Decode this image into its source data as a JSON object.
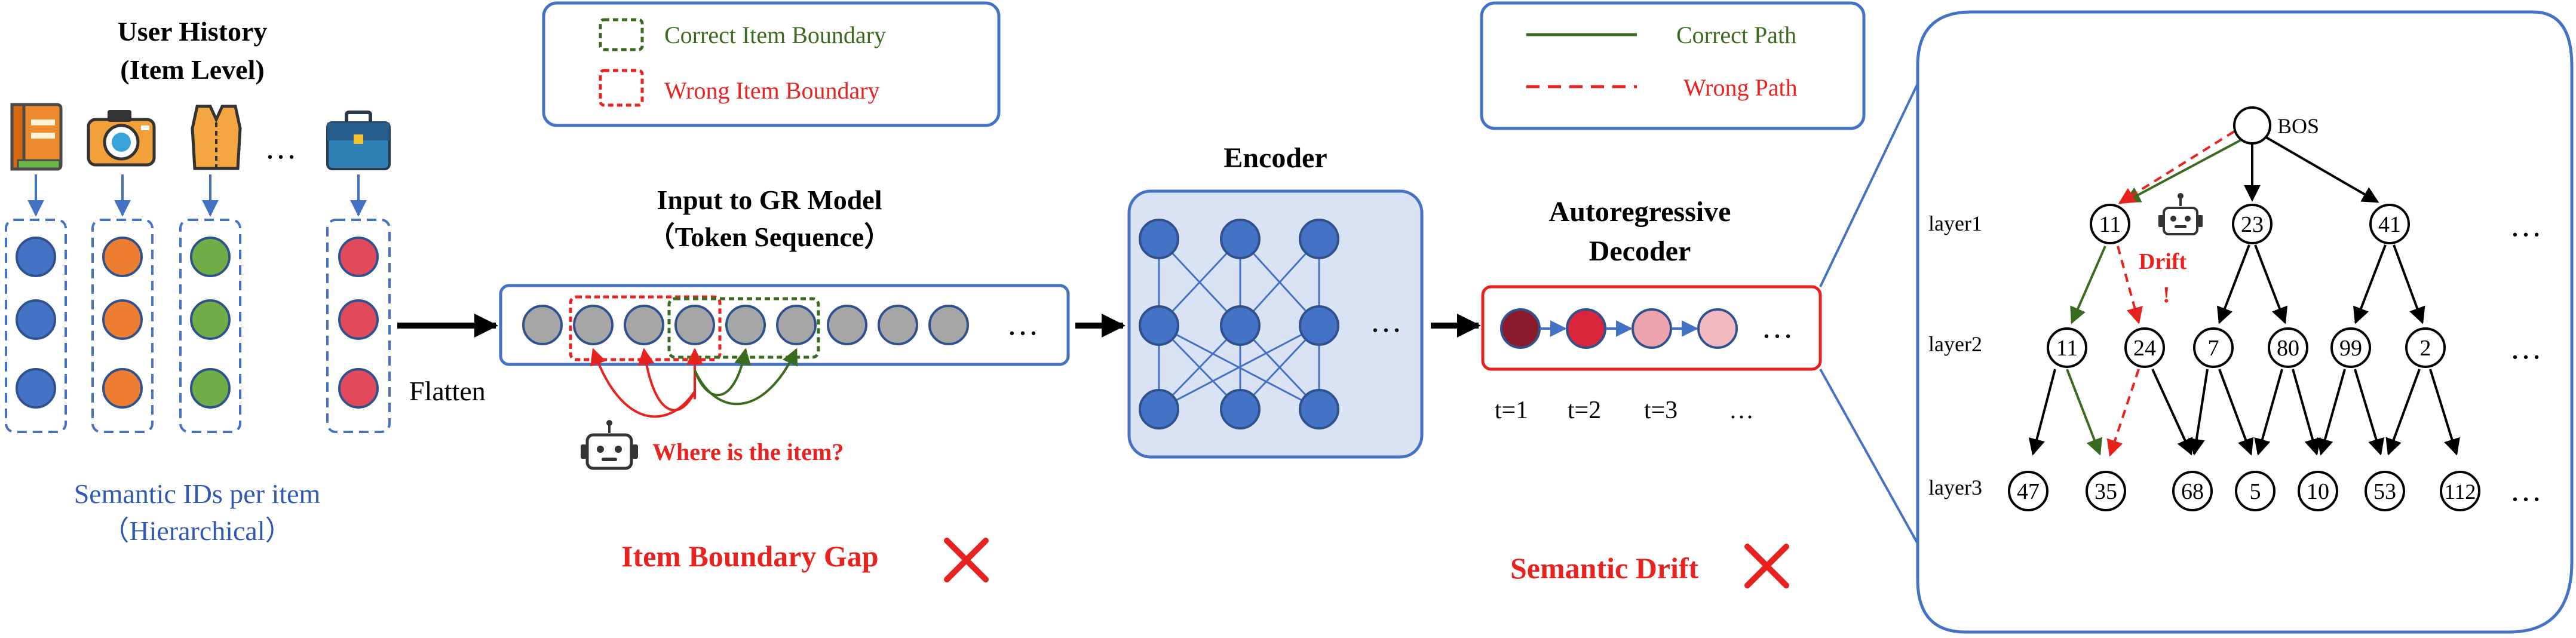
{
  "colors": {
    "blue": "#4472c4",
    "orange": "#ed7d31",
    "green": "#70ad47",
    "red": "#e04a5a",
    "grey": "#a6a6a6",
    "dark_green": "#3a6b1e",
    "wrong_red": "#e8221f",
    "light_blue_fill": "#dae3f3",
    "dec_dark": "#8b1a2b",
    "dec_red": "#d9263c",
    "dec_pink1": "#eda3ad",
    "dec_pink2": "#f2b9c0",
    "text_blue": "#2f59b3"
  },
  "history": {
    "title_line1": "User History",
    "title_line2": "(Item Level)",
    "items": [
      {
        "icon": "book-icon",
        "color": "orange"
      },
      {
        "icon": "camera-icon",
        "color": "blue"
      },
      {
        "icon": "vest-icon",
        "color": "green"
      },
      {
        "icon": "briefcase-icon",
        "color": "red"
      }
    ],
    "ellipsis": "…",
    "caption_line1": "Semantic IDs per item",
    "caption_line2": "（Hierarchical）",
    "flatten_label": "Flatten"
  },
  "legend_boundary": {
    "correct": "Correct Item Boundary",
    "wrong": "Wrong Item Boundary"
  },
  "legend_path": {
    "correct": "Correct Path",
    "wrong": "Wrong Path"
  },
  "input": {
    "title_line1": "Input to GR Model",
    "title_line2": "（Token Sequence）",
    "ellipsis": "…",
    "robot_question": "Where is the item?",
    "gap_label": "Item Boundary Gap"
  },
  "encoder": {
    "title": "Encoder",
    "ellipsis": "…"
  },
  "decoder": {
    "title_line1": "Autoregressive",
    "title_line2": "Decoder",
    "ellipsis": "…",
    "timesteps": [
      "t=1",
      "t=2",
      "t=3",
      "…"
    ],
    "drift_label": "Semantic Drift"
  },
  "tree": {
    "root": "BOS",
    "layer_labels": [
      "layer1",
      "layer2",
      "layer3"
    ],
    "layer1": [
      "11",
      "23",
      "41"
    ],
    "layer2": [
      "11",
      "24",
      "7",
      "80",
      "99",
      "2"
    ],
    "layer3": [
      "47",
      "35",
      "68",
      "5",
      "10",
      "53",
      "112"
    ],
    "ellipsis": "…",
    "drift_label": "Drift",
    "drift_mark": "!"
  }
}
